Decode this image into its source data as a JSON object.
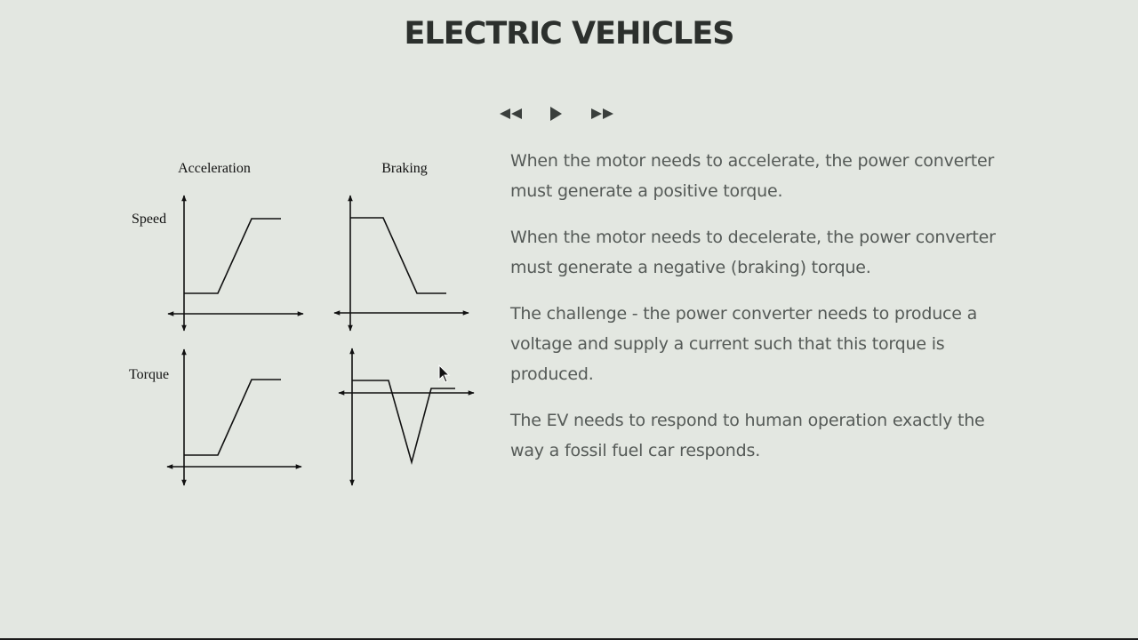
{
  "slide": {
    "title": "ELECTRIC VEHICLES"
  },
  "player_controls": {
    "rewind_icon": "rewind-icon",
    "play_icon": "play-icon",
    "fast_forward_icon": "fast-forward-icon"
  },
  "diagram": {
    "column_labels": [
      "Acceleration",
      "Braking"
    ],
    "row_labels": [
      "Speed",
      "Torque"
    ]
  },
  "paragraphs": [
    "When the motor needs to accelerate, the power converter must generate a positive torque.",
    "When the motor needs to decelerate, the power converter must generate a negative (braking) torque.",
    "The challenge - the power converter needs to produce a voltage and supply a current such that this torque is produced.",
    "The EV needs to respond to human operation exactly the way a fossil fuel car responds."
  ],
  "colors": {
    "background": "#e3e7e1",
    "title": "#2c302d",
    "body_text": "#555a57"
  }
}
